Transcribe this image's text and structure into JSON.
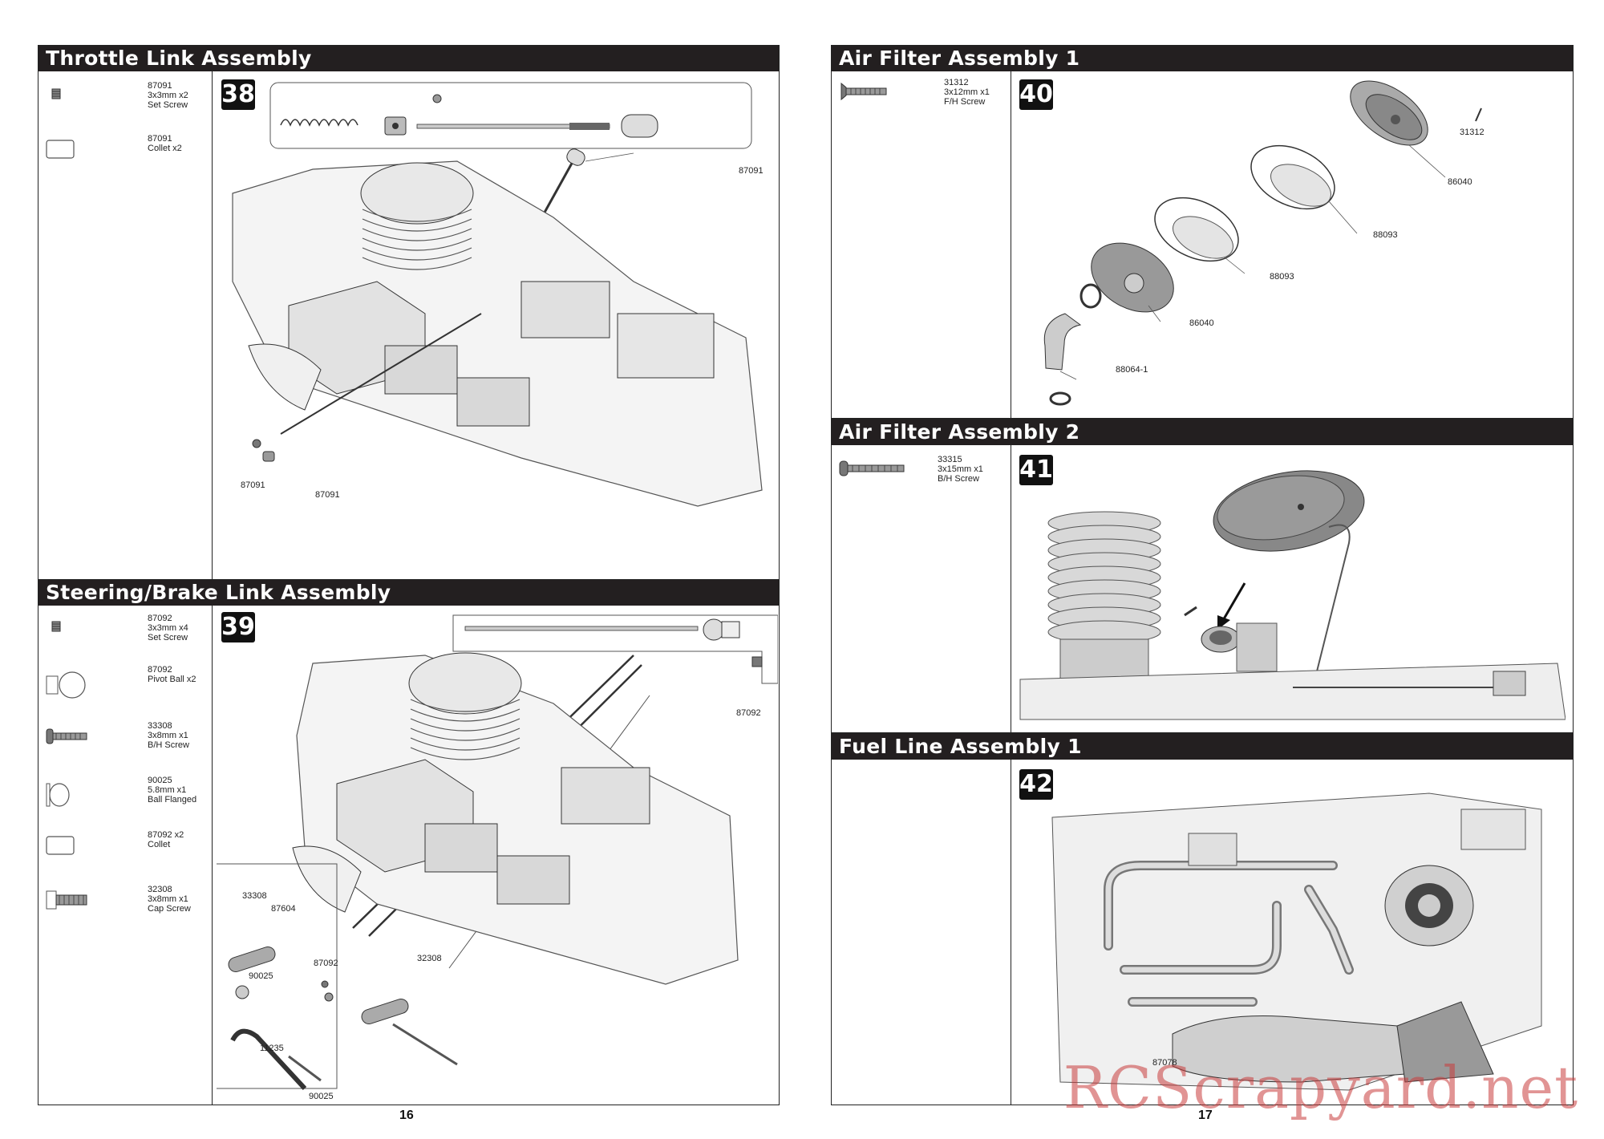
{
  "left_page": {
    "page_number": "16",
    "sections": [
      {
        "title": "Throttle Link Assembly",
        "step": "38",
        "parts": [
          {
            "icon": "set-screw-icon",
            "text": "87091\n3x3mm x2\nSet Screw"
          },
          {
            "icon": "collet-icon",
            "text": "87091\nCollet x2"
          }
        ],
        "callouts": [
          "87091",
          "87091",
          "87091"
        ]
      },
      {
        "title": "Steering/Brake Link Assembly",
        "step": "39",
        "parts": [
          {
            "icon": "set-screw-icon",
            "text": "87092\n3x3mm x4\nSet Screw"
          },
          {
            "icon": "pivot-ball-icon",
            "text": "87092\nPivot Ball x2"
          },
          {
            "icon": "button-head-screw-icon",
            "text": "33308\n3x8mm x1\nB/H Screw"
          },
          {
            "icon": "ball-flanged-icon",
            "text": "90025\n5.8mm x1\nBall Flanged"
          },
          {
            "icon": "collet-icon",
            "text": "87092 x2\nCollet"
          },
          {
            "icon": "cap-screw-icon",
            "text": "32308\n3x8mm x1\nCap Screw"
          }
        ],
        "callouts": [
          "87092",
          "33308",
          "87604",
          "90025",
          "87092",
          "32308",
          "11235",
          "90025"
        ]
      }
    ]
  },
  "right_page": {
    "page_number": "17",
    "sections": [
      {
        "title": "Air Filter Assembly 1",
        "step": "40",
        "parts": [
          {
            "icon": "flat-head-screw-icon",
            "text": "31312\n3x12mm x1\nF/H Screw"
          }
        ],
        "callouts": [
          "31312",
          "86040",
          "88093",
          "88093",
          "86040",
          "88064-1"
        ]
      },
      {
        "title": "Air Filter Assembly 2",
        "step": "41",
        "parts": [
          {
            "icon": "button-head-screw-icon",
            "text": "33315\n3x15mm x1\nB/H Screw"
          }
        ],
        "callouts": []
      },
      {
        "title": "Fuel Line Assembly 1",
        "step": "42",
        "parts": [],
        "callouts": [
          "87078"
        ]
      }
    ]
  },
  "watermark": "RCScrapyard.net"
}
